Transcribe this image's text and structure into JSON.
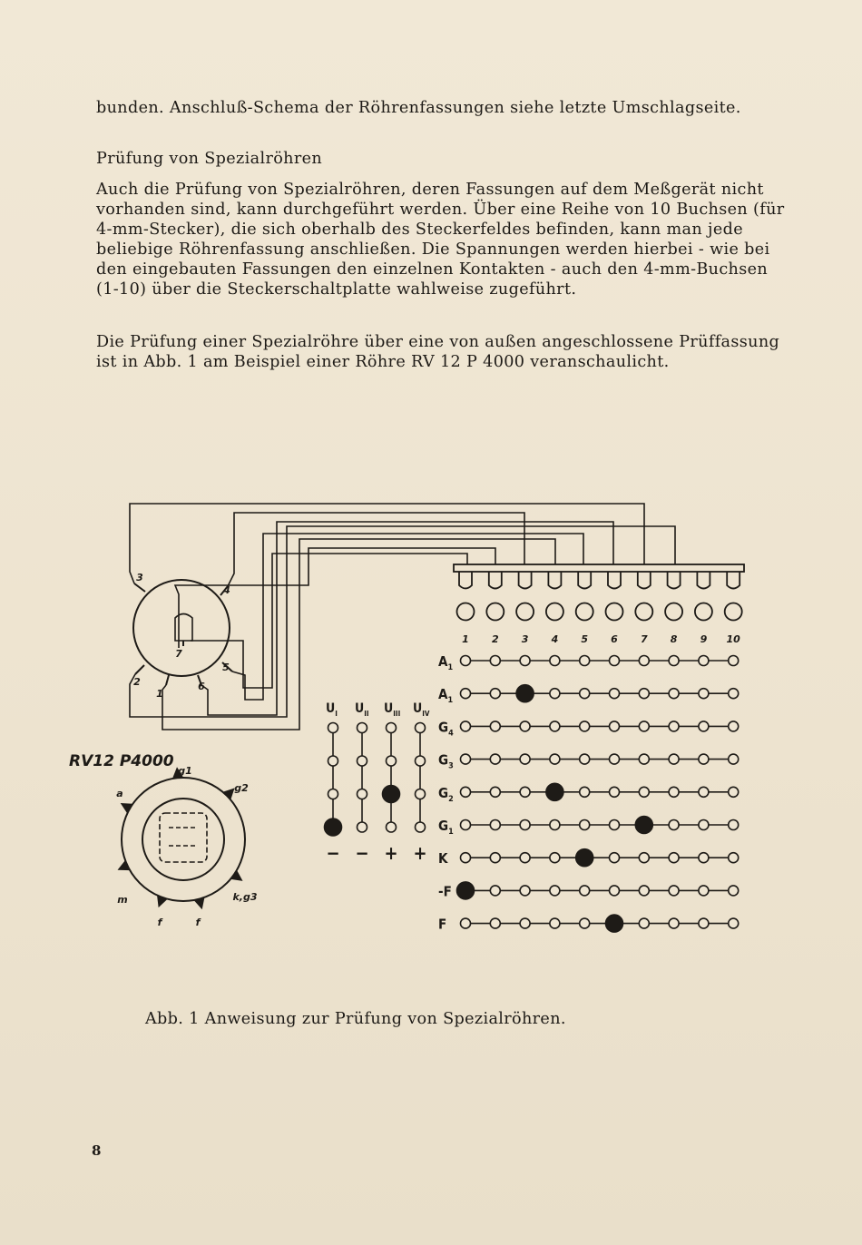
{
  "paragraphs": {
    "p1": "bunden. Anschluß-Schema der Röhrenfassungen siehe letzte Umschlagseite.",
    "heading": "Prüfung von Spezialröhren",
    "p2": "Auch die Prüfung von Spezialröhren, deren Fassungen auf dem Meßgerät nicht vorhanden sind, kann durchgeführt werden. Über eine Reihe von 10 Buchsen (für 4-mm-Stecker), die sich oberhalb des Steckerfeldes befinden, kann man jede beliebige Röhrenfassung anschließen. Die Spannungen werden hierbei - wie bei den eingebauten Fassungen den einzelnen Kontakten - auch den 4-mm-Buchsen (1-10) über die Steckerschaltplatte wahlweise zugeführt.",
    "p3": "Die Prüfung einer Spezialröhre über eine von außen angeschlossene Prüffassung ist in Abb. 1 am Beispiel einer Röhre RV 12 P 4000 veranschaulicht."
  },
  "figure": {
    "caption": "Abb. 1  Anweisung zur Prüfung von Spezialröhren.",
    "socket_pins": [
      "3",
      "4",
      "2",
      "1",
      "6",
      "5",
      "7"
    ],
    "tube_label": "RV12 P4000",
    "tube_pins": [
      "g1",
      "g2",
      "a",
      "m",
      "f",
      "f",
      "k,g3"
    ],
    "column_numbers": [
      "1",
      "2",
      "3",
      "4",
      "5",
      "6",
      "7",
      "8",
      "9",
      "10"
    ],
    "rows": [
      {
        "label": "A",
        "sub": "1",
        "selected": null
      },
      {
        "label": "A",
        "sub": "1",
        "selected": 3
      },
      {
        "label": "G",
        "sub": "4",
        "selected": null
      },
      {
        "label": "G",
        "sub": "3",
        "selected": null
      },
      {
        "label": "G",
        "sub": "2",
        "selected": 4
      },
      {
        "label": "G",
        "sub": "1",
        "selected": 7
      },
      {
        "label": "K",
        "sub": "",
        "selected": 5
      },
      {
        "label": "-F",
        "sub": "",
        "selected": 1
      },
      {
        "label": "F",
        "sub": "",
        "selected": 6
      }
    ],
    "voltage_columns": [
      {
        "label": "U",
        "sub": "I",
        "sign": "−",
        "selected_node": 4
      },
      {
        "label": "U",
        "sub": "II",
        "sign": "−",
        "selected_node": null
      },
      {
        "label": "U",
        "sub": "III",
        "sign": "+",
        "selected_node": 3
      },
      {
        "label": "U",
        "sub": "IV",
        "sign": "+",
        "selected_node": null
      }
    ]
  },
  "page_number": "8"
}
